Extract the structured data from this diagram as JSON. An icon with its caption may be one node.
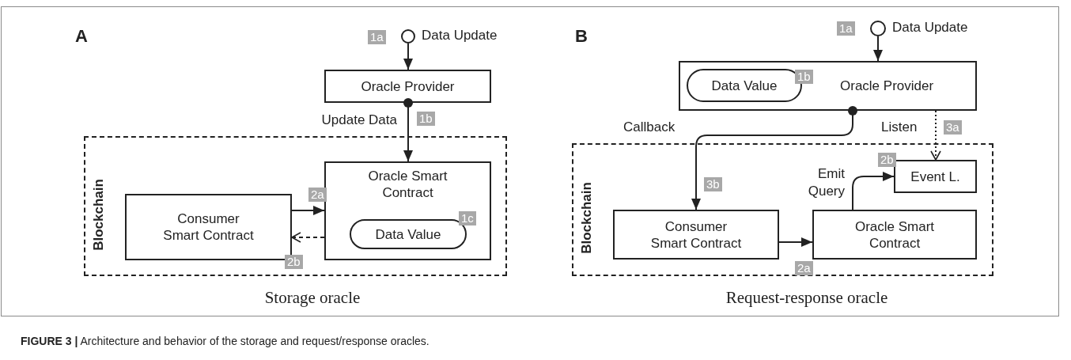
{
  "diagram": {
    "caption": "**FIGURE 3 |** Architecture and behavior of the storage and request/response oracles.",
    "nodes": [
      {
        "text": [],
        "shape": "circle",
        "beside": [
          "Data Update"
        ]
      },
      {
        "text": [
          "Oracle Provider"
        ]
      },
      {
        "text": [
          "Blockchain"
        ]
      },
      {
        "text": [
          "Consumer Smart Contract"
        ],
        "in": 2
      },
      {
        "text": [
          "Oracle Smart Contract"
        ],
        "in": 2
      },
      {
        "text": [
          "Data Value"
        ],
        "in": 4
      },
      {
        "text": [],
        "shape": "circle",
        "beside": [
          "Data Update"
        ]
      },
      {
        "text": [
          "Oracle Provider"
        ]
      },
      {
        "text": [
          "Data Value"
        ],
        "in": 7
      },
      {
        "text": [
          "Blockchain"
        ]
      },
      {
        "text": [
          "Event L."
        ],
        "in": 9
      },
      {
        "text": [
          "Consumer Smart Contract"
        ],
        "in": 9
      },
      {
        "text": [
          "Oracle Smart Contract"
        ],
        "in": 9
      }
    ],
    "edges": [
      {
        "from": 0,
        "to": 1,
        "arrow": "to"
      },
      {
        "from": 1,
        "to": 4,
        "arrow": "to",
        "label": "Update Data"
      },
      {
        "from": 3,
        "to": 4,
        "arrow": "to"
      },
      {
        "from": 4,
        "to": 3,
        "arrow": "to",
        "style": "dashed"
      },
      {
        "from": 6,
        "to": 7,
        "arrow": "to"
      },
      {
        "from": 7,
        "to": 11,
        "arrow": "to",
        "label": "Callback"
      },
      {
        "from": 7,
        "to": 10,
        "arrow": "to",
        "label": "Listen",
        "style": "dashed"
      },
      {
        "from": 12,
        "to": 10,
        "arrow": "to",
        "label": "Emit Query"
      },
      {
        "from": 11,
        "to": 12,
        "arrow": "to"
      }
    ],
    "labels": [
      "A",
      "1a",
      "1b",
      "2a",
      "1c",
      "2b",
      "Storage oracle",
      "B",
      "1a",
      "1b",
      "3a",
      "2b",
      "3b",
      "2a",
      "Request-response oracle"
    ]
  }
}
